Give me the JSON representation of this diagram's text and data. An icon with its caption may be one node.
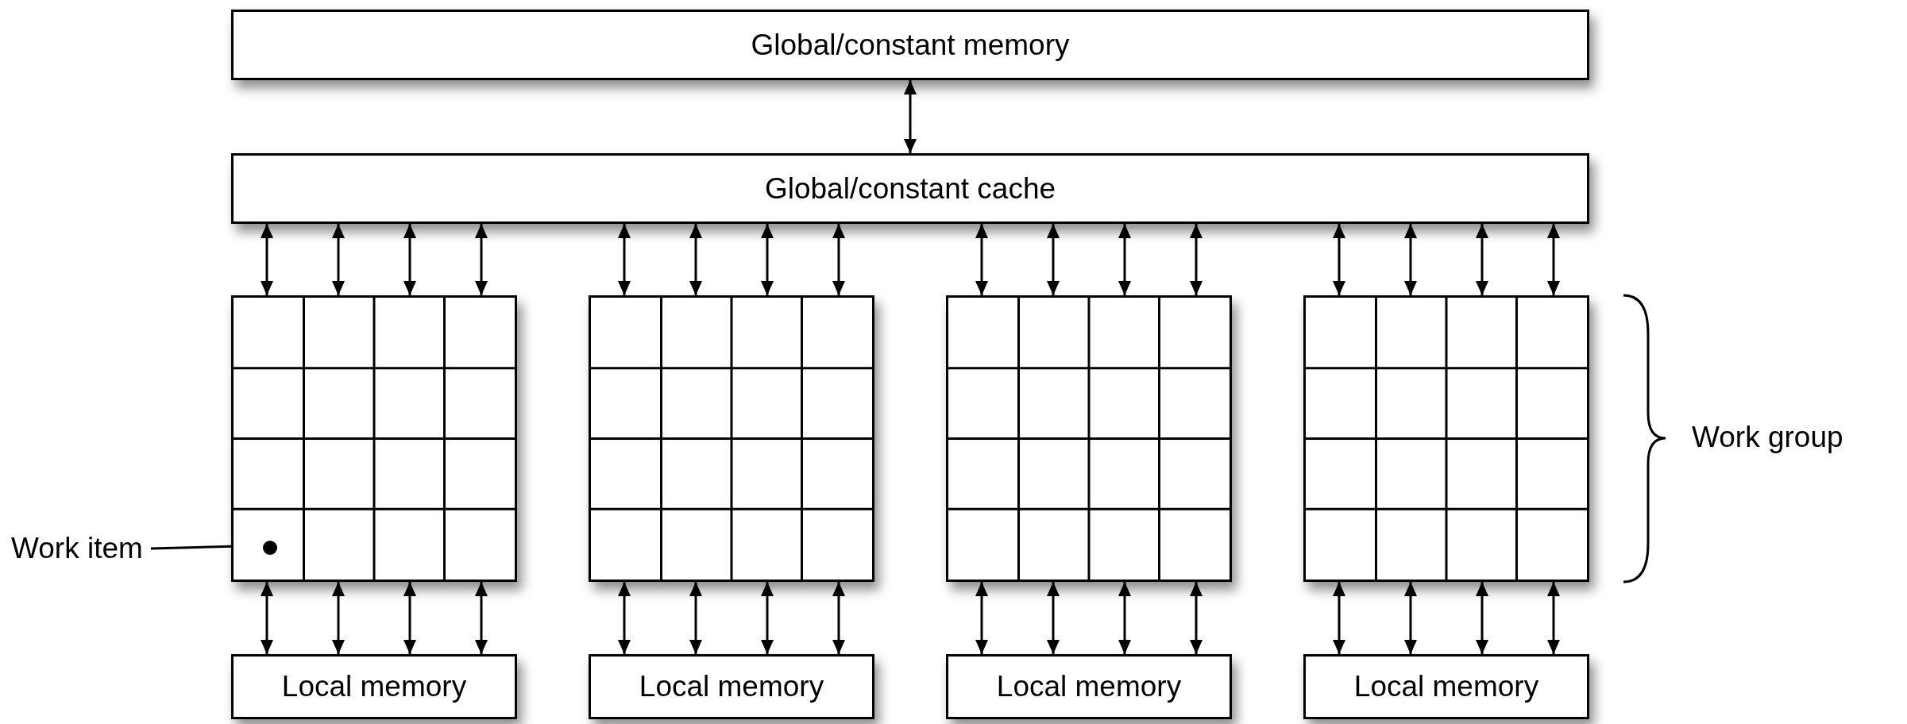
{
  "diagram": {
    "nodes": [
      {
        "text": [
          "Global/constant memory"
        ]
      },
      {
        "text": [
          "Global/constant cache"
        ]
      },
      {
        "text": [],
        "shape": "box"
      },
      {
        "text": [],
        "shape": "box"
      },
      {
        "text": [],
        "shape": "box"
      },
      {
        "text": [],
        "shape": "box"
      },
      {
        "text": [],
        "shape": "circle",
        "in": 2
      },
      {
        "text": [
          "Work item"
        ]
      },
      {
        "text": [
          "Local memory"
        ]
      },
      {
        "text": [
          "Local memory"
        ]
      },
      {
        "text": [
          "Local memory"
        ]
      },
      {
        "text": [
          "Local memory"
        ]
      }
    ],
    "edges": [
      {
        "from": 0,
        "to": 1,
        "arrow": "both"
      },
      {
        "from": 1,
        "to": 2,
        "arrow": "both"
      },
      {
        "from": 1,
        "to": 2,
        "arrow": "both"
      },
      {
        "from": 1,
        "to": 2,
        "arrow": "both"
      },
      {
        "from": 1,
        "to": 2,
        "arrow": "both"
      },
      {
        "from": 1,
        "to": 3,
        "arrow": "both"
      },
      {
        "from": 1,
        "to": 3,
        "arrow": "both"
      },
      {
        "from": 1,
        "to": 3,
        "arrow": "both"
      },
      {
        "from": 1,
        "to": 3,
        "arrow": "both"
      },
      {
        "from": 1,
        "to": 4,
        "arrow": "both"
      },
      {
        "from": 1,
        "to": 4,
        "arrow": "both"
      },
      {
        "from": 1,
        "to": 4,
        "arrow": "both"
      },
      {
        "from": 1,
        "to": 4,
        "arrow": "both"
      },
      {
        "from": 1,
        "to": 5,
        "arrow": "both"
      },
      {
        "from": 1,
        "to": 5,
        "arrow": "both"
      },
      {
        "from": 1,
        "to": 5,
        "arrow": "both"
      },
      {
        "from": 1,
        "to": 5,
        "arrow": "both"
      },
      {
        "from": 2,
        "to": 8,
        "arrow": "both"
      },
      {
        "from": 2,
        "to": 8,
        "arrow": "both"
      },
      {
        "from": 2,
        "to": 8,
        "arrow": "both"
      },
      {
        "from": 2,
        "to": 8,
        "arrow": "both"
      },
      {
        "from": 3,
        "to": 9,
        "arrow": "both"
      },
      {
        "from": 3,
        "to": 9,
        "arrow": "both"
      },
      {
        "from": 3,
        "to": 9,
        "arrow": "both"
      },
      {
        "from": 3,
        "to": 9,
        "arrow": "both"
      },
      {
        "from": 4,
        "to": 10,
        "arrow": "both"
      },
      {
        "from": 4,
        "to": 10,
        "arrow": "both"
      },
      {
        "from": 4,
        "to": 10,
        "arrow": "both"
      },
      {
        "from": 4,
        "to": 10,
        "arrow": "both"
      },
      {
        "from": 5,
        "to": 11,
        "arrow": "both"
      },
      {
        "from": 5,
        "to": 11,
        "arrow": "both"
      },
      {
        "from": 5,
        "to": 11,
        "arrow": "both"
      },
      {
        "from": 5,
        "to": 11,
        "arrow": "both"
      },
      {
        "from": 7,
        "to": 6,
        "arrow": "none"
      }
    ],
    "labels": [
      "Work group"
    ]
  }
}
